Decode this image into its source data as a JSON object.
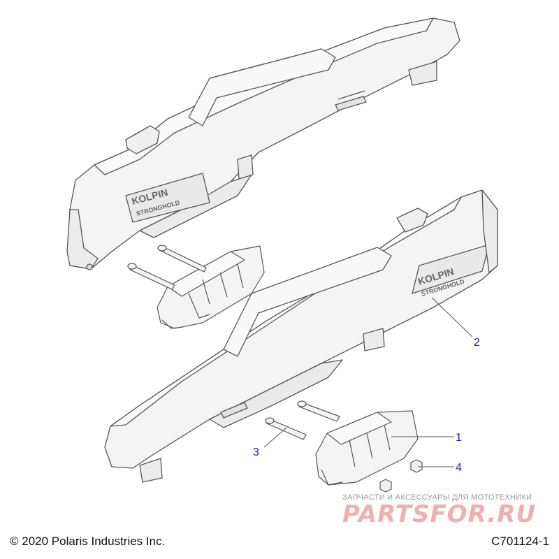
{
  "callouts": {
    "c1": "1",
    "c2": "2",
    "c3": "3",
    "c4": "4"
  },
  "footer": {
    "copyright": "© 2020 Polaris Industries Inc.",
    "diagram_id": "C701124-1"
  },
  "watermark": {
    "tagline": "ЗАПЧАСТИ И АКСЕССУАРЫ ДЛЯ МОТОТЕХНИКИ",
    "brand": "PARTSFOR.RU"
  },
  "logo_text": {
    "kolpin": "KOLPIN",
    "stronghold": "STRONGHOLD"
  },
  "colors": {
    "line": "#555555",
    "fill": "#f4f4f4",
    "callout": "#1a2a9a",
    "watermark": "#f1b0b0"
  }
}
